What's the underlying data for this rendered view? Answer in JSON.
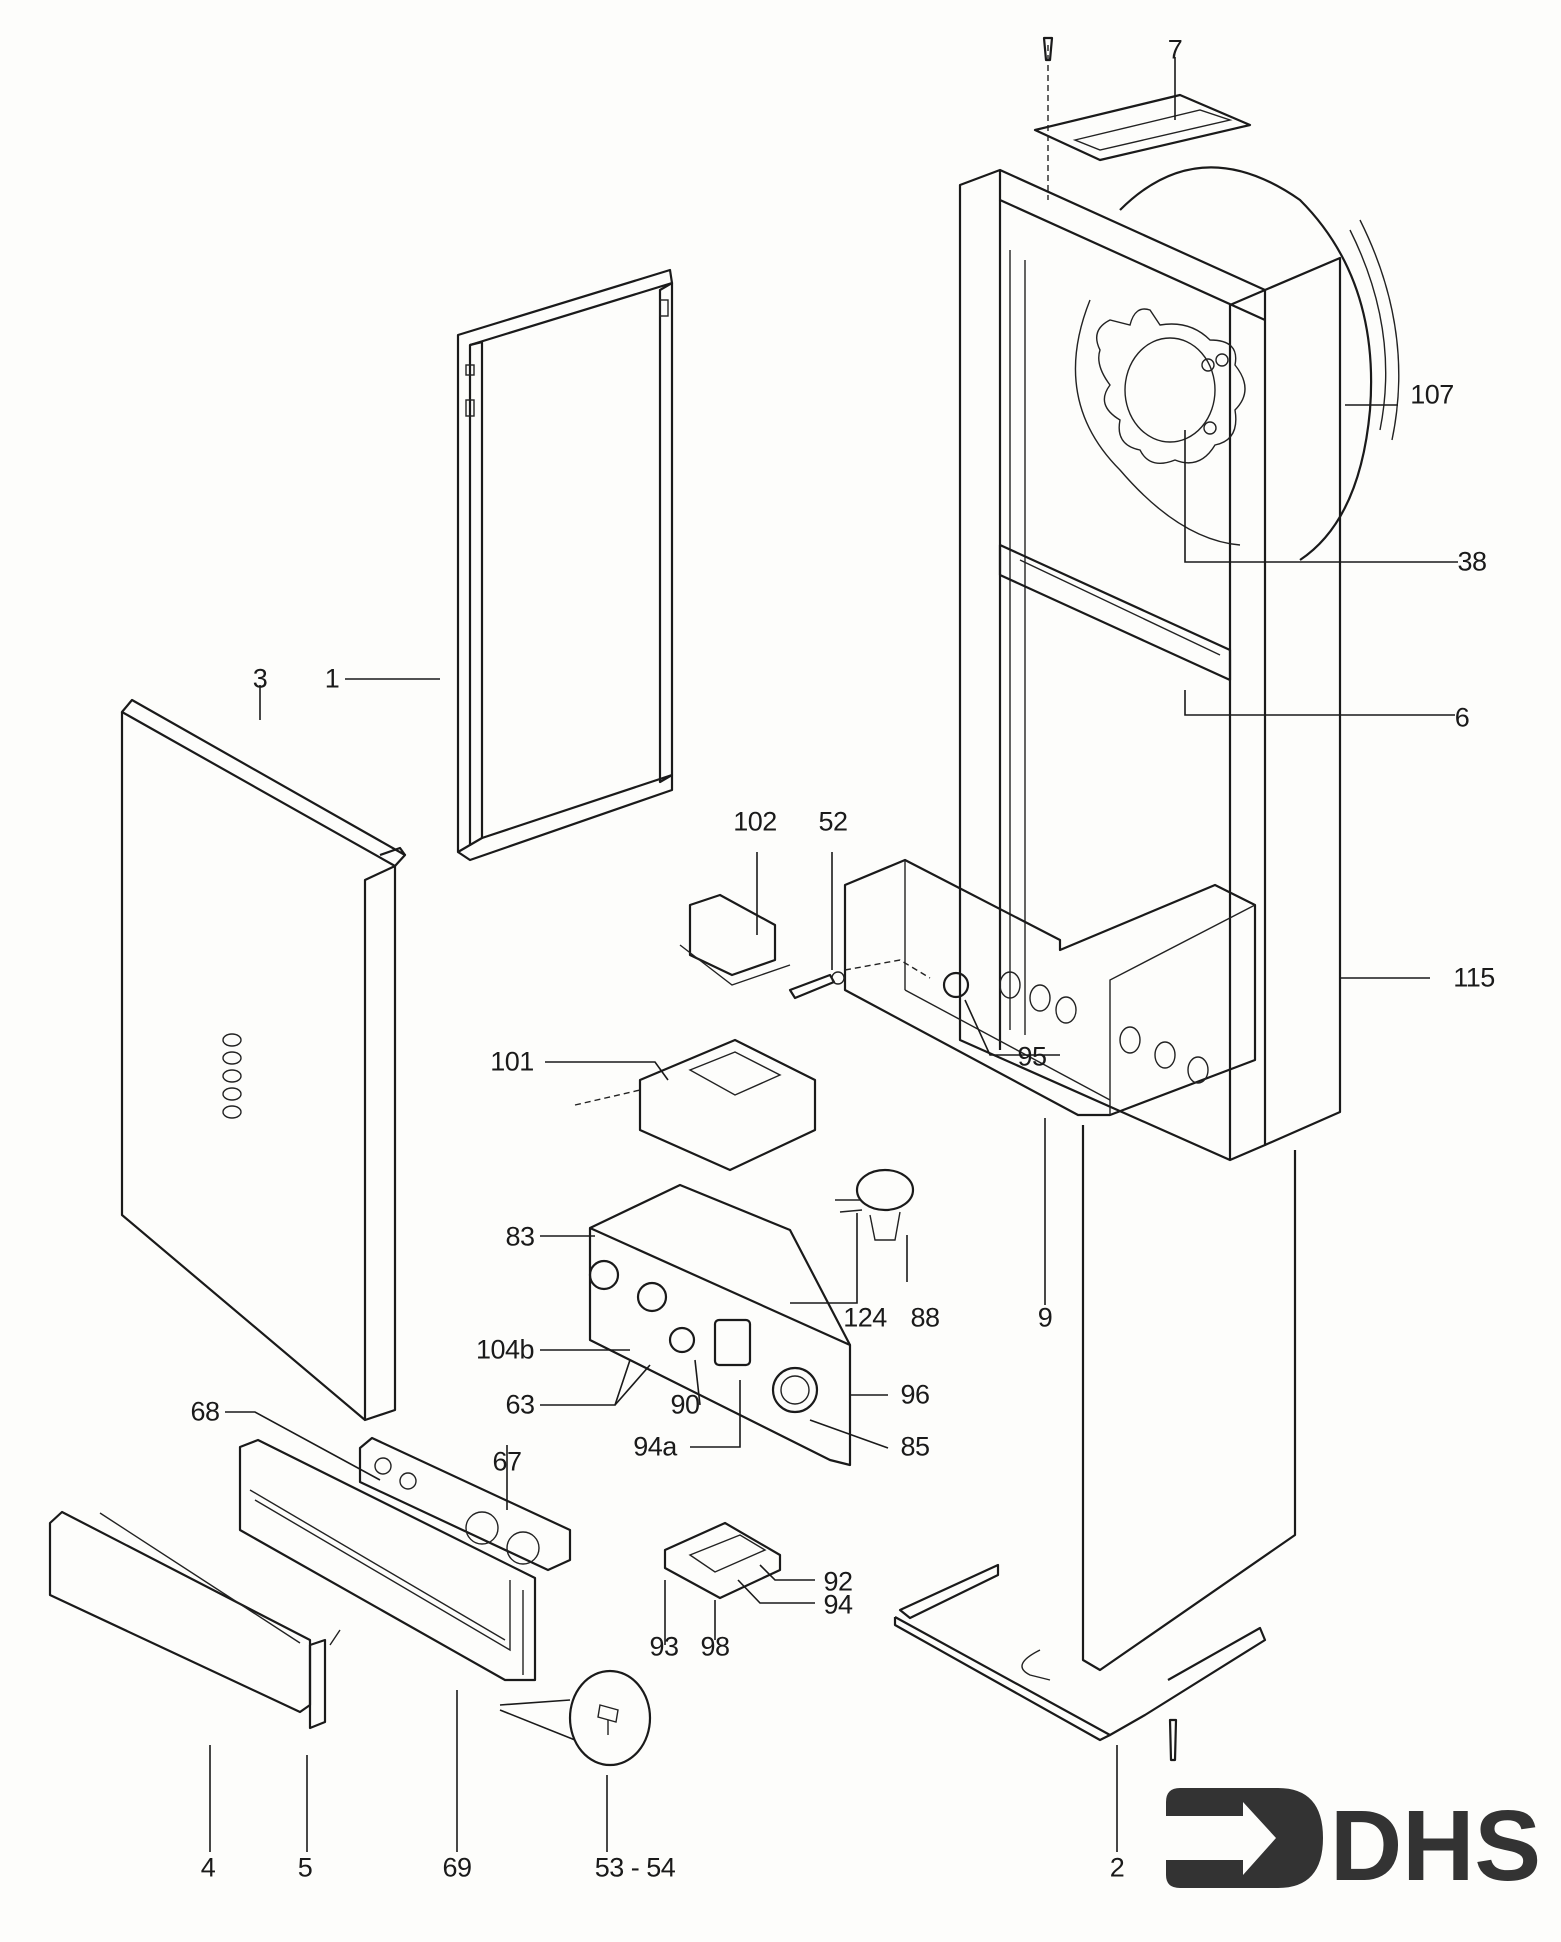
{
  "diagram": {
    "type": "exploded-parts-diagram",
    "subject": "boiler casing and control panel assembly",
    "brand_logo_text": "DHS",
    "parts": [
      {
        "id": "p7",
        "label": "7"
      },
      {
        "id": "p107",
        "label": "107"
      },
      {
        "id": "p38",
        "label": "38"
      },
      {
        "id": "p6",
        "label": "6"
      },
      {
        "id": "p1",
        "label": "1"
      },
      {
        "id": "p3",
        "label": "3"
      },
      {
        "id": "p102",
        "label": "102"
      },
      {
        "id": "p52",
        "label": "52"
      },
      {
        "id": "p115",
        "label": "115"
      },
      {
        "id": "p95",
        "label": "95"
      },
      {
        "id": "p101",
        "label": "101"
      },
      {
        "id": "p83",
        "label": "83"
      },
      {
        "id": "p124",
        "label": "124"
      },
      {
        "id": "p88",
        "label": "88"
      },
      {
        "id": "p9",
        "label": "9"
      },
      {
        "id": "p104b",
        "label": "104b"
      },
      {
        "id": "p63",
        "label": "63"
      },
      {
        "id": "p90",
        "label": "90"
      },
      {
        "id": "p96",
        "label": "96"
      },
      {
        "id": "p94a",
        "label": "94a"
      },
      {
        "id": "p85",
        "label": "85"
      },
      {
        "id": "p68",
        "label": "68"
      },
      {
        "id": "p67",
        "label": "67"
      },
      {
        "id": "p92",
        "label": "92"
      },
      {
        "id": "p94",
        "label": "94"
      },
      {
        "id": "p93",
        "label": "93"
      },
      {
        "id": "p98",
        "label": "98"
      },
      {
        "id": "p4",
        "label": "4"
      },
      {
        "id": "p5",
        "label": "5"
      },
      {
        "id": "p69",
        "label": "69"
      },
      {
        "id": "p5354",
        "label": "53 - 54"
      },
      {
        "id": "p2",
        "label": "2"
      }
    ]
  }
}
